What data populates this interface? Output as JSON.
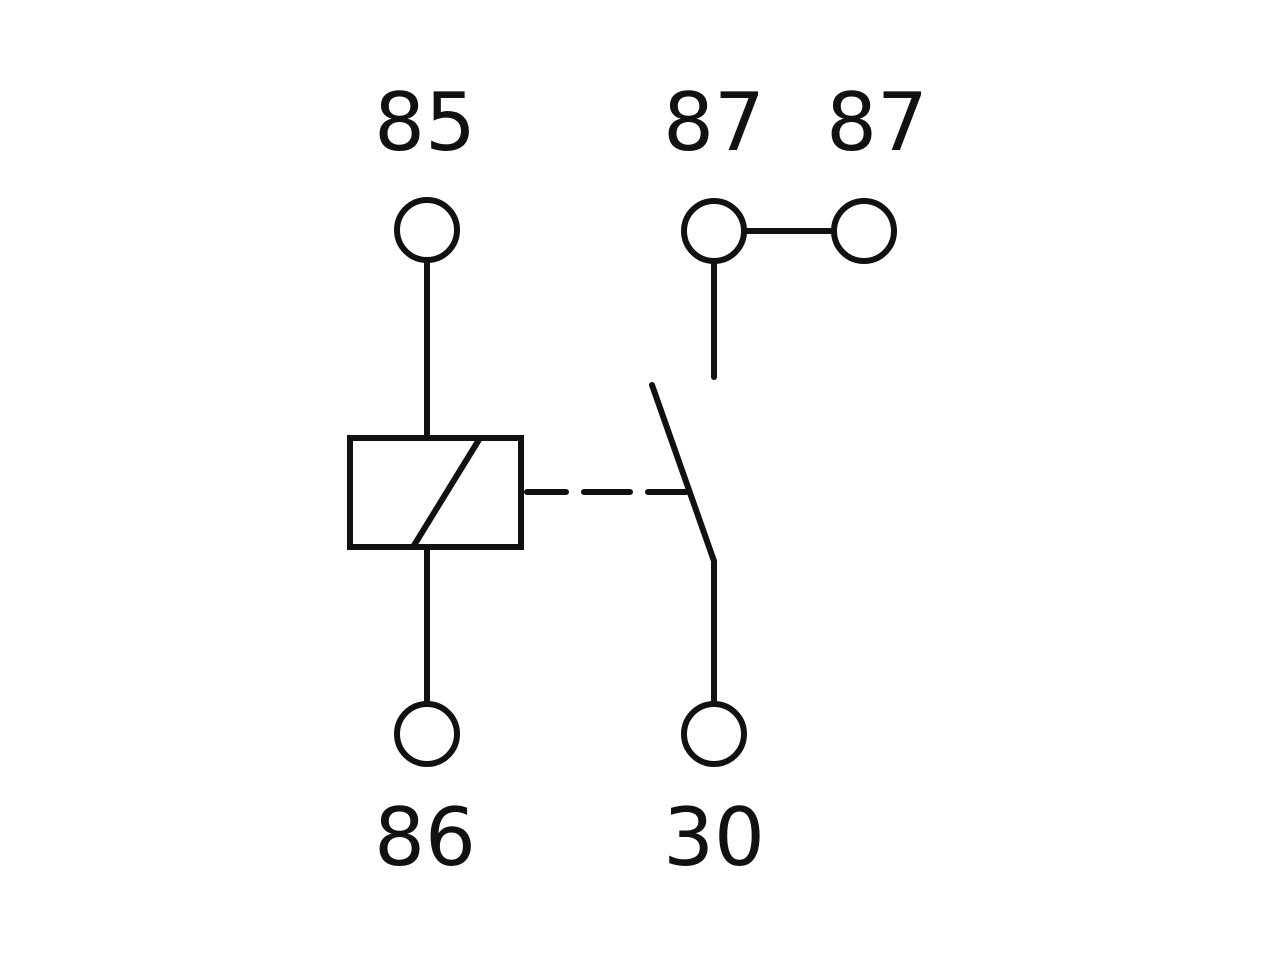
{
  "diagram": {
    "terminals": [
      {
        "id": "85",
        "label": "85"
      },
      {
        "id": "86",
        "label": "86"
      },
      {
        "id": "87a",
        "label": "87"
      },
      {
        "id": "87b",
        "label": "87"
      },
      {
        "id": "30",
        "label": "30"
      }
    ],
    "colors": {
      "stroke": "#111111",
      "background": "#ffffff"
    }
  }
}
